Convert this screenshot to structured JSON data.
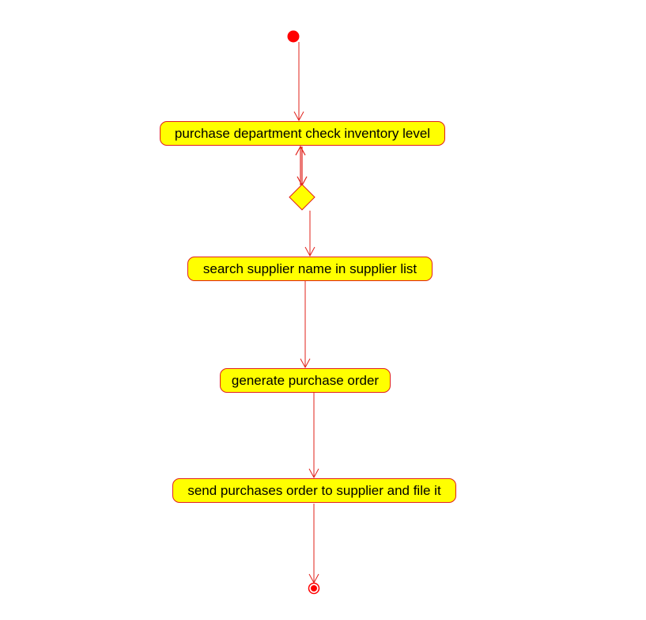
{
  "diagram": {
    "type": "uml-activity",
    "colors": {
      "line": "#e0201a",
      "node_fill": "#ffff00",
      "start": "#ff0000",
      "text": "#000000"
    },
    "nodes": {
      "start": {
        "kind": "initial-node"
      },
      "check_inventory": {
        "kind": "action",
        "label": "purchase department check inventory level"
      },
      "decision": {
        "kind": "decision-node"
      },
      "search_supplier": {
        "kind": "action",
        "label": "search  supplier name in supplier list"
      },
      "generate_po": {
        "kind": "action",
        "label": "generate purchase order"
      },
      "send_po": {
        "kind": "action",
        "label": "send purchases order to supplier and file it"
      },
      "end": {
        "kind": "final-node"
      }
    },
    "edges": [
      {
        "from": "start",
        "to": "check_inventory"
      },
      {
        "from": "check_inventory",
        "to": "decision"
      },
      {
        "from": "decision",
        "to": "check_inventory"
      },
      {
        "from": "decision",
        "to": "search_supplier"
      },
      {
        "from": "search_supplier",
        "to": "generate_po"
      },
      {
        "from": "generate_po",
        "to": "send_po"
      },
      {
        "from": "send_po",
        "to": "end"
      }
    ]
  }
}
